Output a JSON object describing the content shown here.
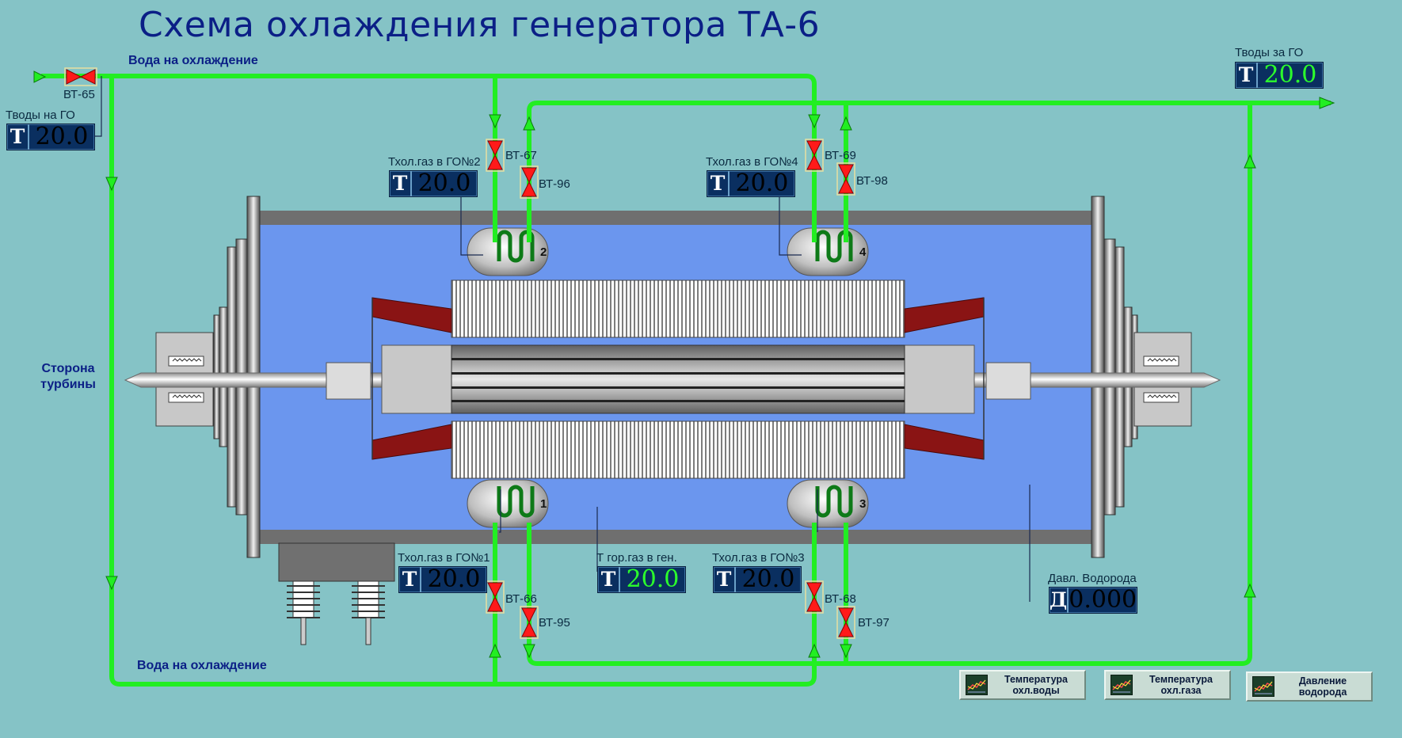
{
  "title": "Схема охлаждения генератора ТА-6",
  "labels": {
    "water_top": "Вода на охлаждение",
    "water_bottom": "Вода на охлаждение",
    "turbine_side": "Сторона турбины"
  },
  "valves": {
    "bt65": "ВТ-65",
    "bt67": "ВТ-67",
    "bt96": "ВТ-96",
    "bt69": "ВТ-69",
    "bt98": "ВТ-98",
    "bt66": "ВТ-66",
    "bt95": "ВТ-95",
    "bt68": "ВТ-68",
    "bt97": "ВТ-97"
  },
  "coolers": {
    "c1": "1",
    "c2": "2",
    "c3": "3",
    "c4": "4"
  },
  "indicators": {
    "in_go": {
      "label": "Тводы на ГО",
      "key": "Т",
      "value": "20.0"
    },
    "out_go": {
      "label": "Тводы за ГО",
      "key": "Т",
      "value": "20.0"
    },
    "gon2": {
      "label": "Тхол.газ в ГО№2",
      "key": "Т",
      "value": "20.0"
    },
    "gon4": {
      "label": "Тхол.газ в ГО№4",
      "key": "Т",
      "value": "20.0"
    },
    "gon1": {
      "label": "Тхол.газ в ГО№1",
      "key": "Т",
      "value": "20.0"
    },
    "gon3": {
      "label": "Тхол.газ в ГО№3",
      "key": "Т",
      "value": "20.0"
    },
    "hot_gas": {
      "label": "Т гор.газ в ген.",
      "key": "Т",
      "value": "20.0"
    },
    "h2_pressure": {
      "label": "Давл. Водорода",
      "key": "Д",
      "value": "0.000"
    }
  },
  "buttons": {
    "water_temp": "Температура охл.воды",
    "gas_temp": "Температура охл.газа",
    "h2_pressure": "Давление водорода"
  },
  "colors": {
    "background": "#85c3c6",
    "pipe": "#22ee22",
    "valve": "#ff1a1a",
    "housing": "#6b96ee",
    "title": "#0b1f86"
  }
}
